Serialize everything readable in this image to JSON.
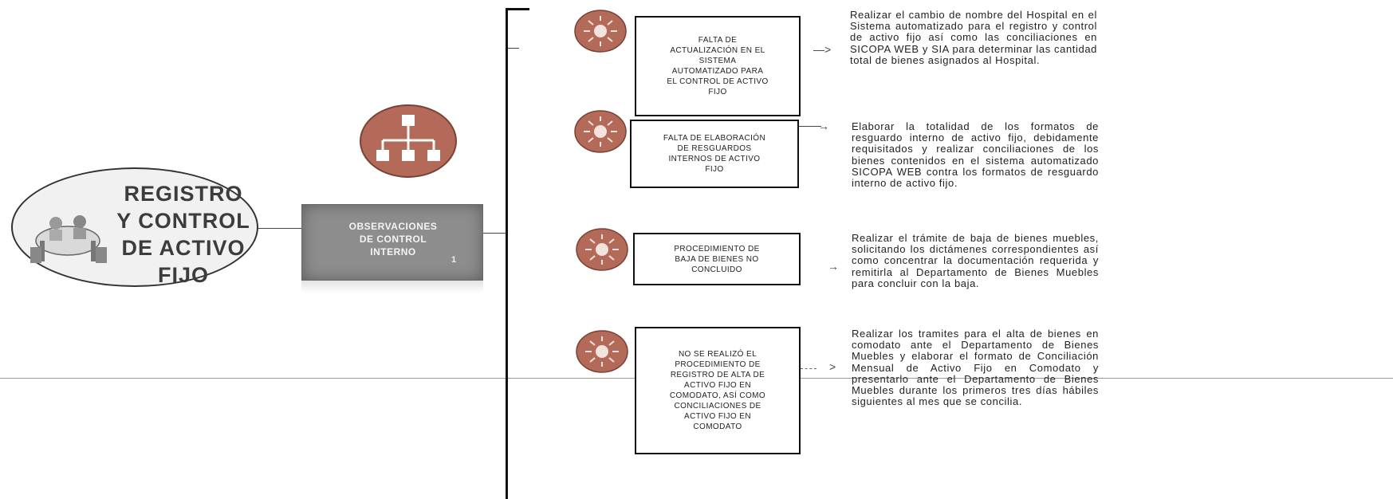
{
  "main_topic": {
    "title": "REGISTRO\nY CONTROL\nDE ACTIVO\nFIJO"
  },
  "observations_box": {
    "label": "OBSERVACIONES\nDE CONTROL\nINTERNO",
    "number": "1"
  },
  "items": [
    {
      "observation": "FALTA DE\nACTUALIZACIÓN EN EL\nSISTEMA\nAUTOMATIZADO PARA\nEL CONTROL DE ACTIVO\nFIJO",
      "arrow": "—>",
      "recommendation": "Realizar el cambio de nombre del Hospital en el Sistema automatizado para el registro y control de activo fijo así como las conciliaciones en SICOPA WEB y SIA para determinar las cantidad total de bienes asignados al Hospital."
    },
    {
      "observation": "FALTA DE ELABORACIÓN\nDE RESGUARDOS\nINTERNOS DE ACTIVO\nFIJO",
      "arrow": "→",
      "recommendation": "Elaborar la totalidad de los formatos de resguardo interno de activo fijo, debidamente requisitados y realizar conciliaciones de los bienes contenidos en el sistema automatizado SICOPA WEB contra los formatos de resguardo interno de activo fijo."
    },
    {
      "observation": "PROCEDIMIENTO DE\nBAJA DE BIENES NO\nCONCLUIDO",
      "arrow": "→",
      "recommendation": "Realizar el trámite de baja de bienes muebles, solicitando los dictámenes correspondientes así como concentrar la documentación requerida y remitirla al Departamento de Bienes Muebles para concluir con la baja."
    },
    {
      "observation": "NO SE REALIZÓ EL\nPROCEDIMIENTO DE\nREGISTRO DE ALTA DE\nACTIVO FIJO EN\nCOMODATO, ASÍ COMO\nCONCILIACIONES DE\nACTIVO FIJO EN\nCOMODATO",
      "arrow": ">",
      "recommendation": "Realizar los tramites para el alta de bienes en comodato ante el Departamento de Bienes Muebles y elaborar el formato de Conciliación Mensual de Activo Fijo en Comodato y presentarlo ante el Departamento de Bienes Muebles durante los primeros tres días hábiles siguientes al mes que se concilia."
    }
  ],
  "colors": {
    "accent_icon": "#b46a58",
    "obs_box": "#8d8d8d",
    "lines": "#111111"
  }
}
